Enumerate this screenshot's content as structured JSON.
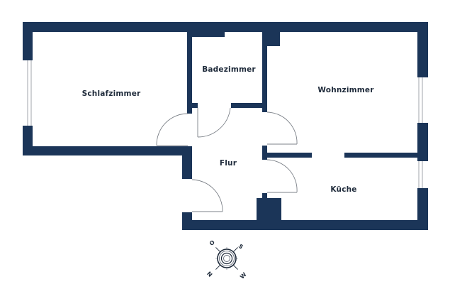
{
  "floor_plan": {
    "colors": {
      "wall": "#1b3558",
      "background": "#ffffff",
      "label": "#1e2a3a",
      "door_line": "#7c8188"
    },
    "rooms": [
      {
        "id": "schlafzimmer",
        "label": "Schlafzimmer"
      },
      {
        "id": "badezimmer",
        "label": "Badezimmer"
      },
      {
        "id": "wohnzimmer",
        "label": "Wohnzimmer"
      },
      {
        "id": "flur",
        "label": "Flur"
      },
      {
        "id": "kueche",
        "label": "Küche"
      }
    ],
    "compass": {
      "icon": "compass-rose-icon",
      "labels": {
        "north": "N",
        "east": "O",
        "south": "S",
        "west": "W"
      }
    }
  }
}
